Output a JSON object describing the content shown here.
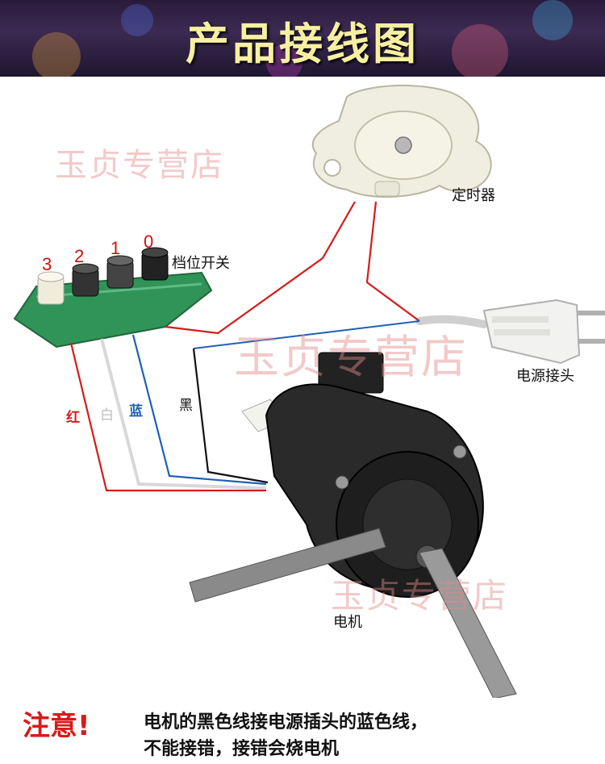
{
  "title": "产品接线图",
  "watermark": "玉贞专营店",
  "components": {
    "timer": "定时器",
    "switch": "档位开关",
    "plug": "电源接头",
    "motor": "电机"
  },
  "switch_positions": [
    "3",
    "2",
    "1",
    "0"
  ],
  "wires": {
    "red": "红",
    "white": "白",
    "blue": "蓝",
    "black": "黑"
  },
  "colors": {
    "red_wire": "#d41c1c",
    "white_wire": "#d8d8d8",
    "blue_wire": "#1f5fb8",
    "black_wire": "#111111",
    "switch_body": "#1f8a4a",
    "title_text": "#f7f0a0"
  },
  "note": {
    "label": "注意!",
    "line1": "电机的黑色线接电源插头的蓝色线，",
    "line2": "不能接错，接错会烧电机"
  }
}
